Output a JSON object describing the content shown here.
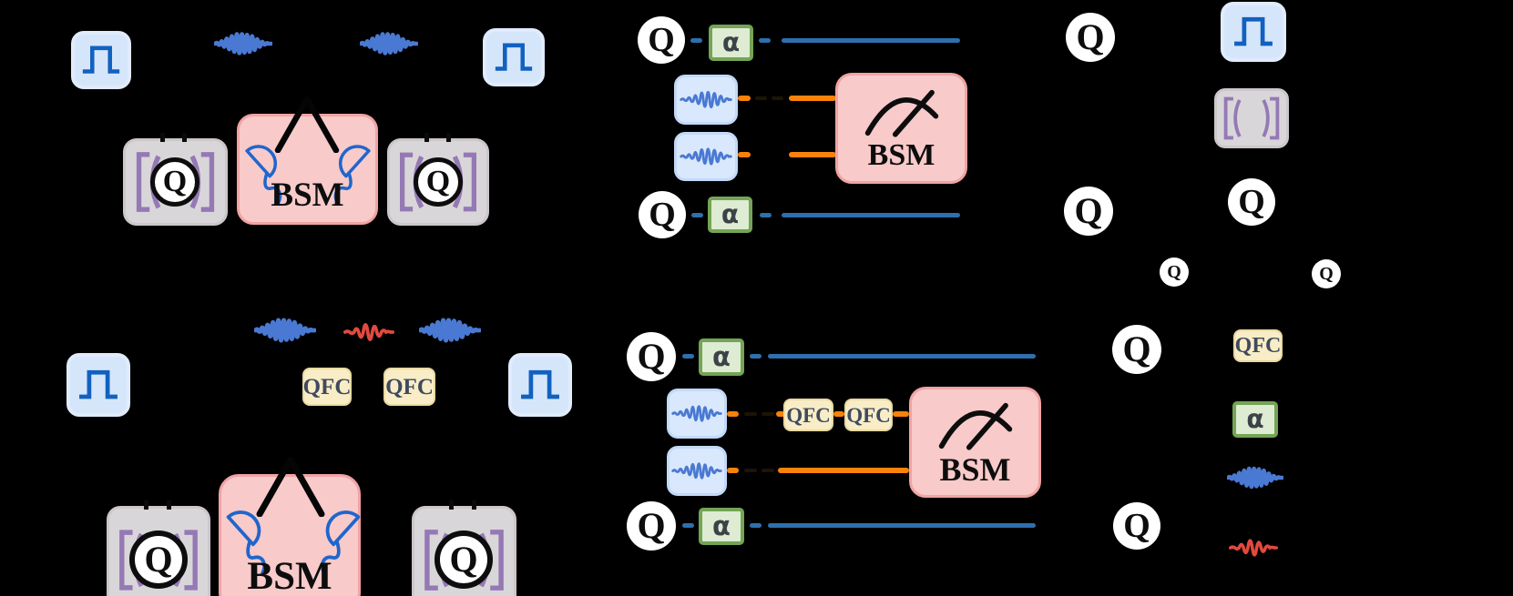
{
  "figure": {
    "description": "Quantum network entanglement schemes: cavity qubits, photonic wavepackets, quantum frequency conversion (QFC) and Bell-state measurement (BSM)",
    "background": "#000000",
    "labels": {
      "q": "Q",
      "bsm": "BSM",
      "qfc": "QFC",
      "alpha": "α"
    },
    "icons": {
      "pulse": "square-pulse",
      "wavepacket_blue": "photon-wavepacket-blue",
      "wavepacket_red": "photon-wavepacket-red",
      "cavity": "optical-cavity-mirrors",
      "detector": "photodetector",
      "meter": "measurement-gauge",
      "qubit": "qubit-circle"
    },
    "colors": {
      "fiber_blue": "#2e6fad",
      "fiber_orange": "#f8820a",
      "dashed_gap": "#1c1405",
      "pulse_glyph": "#1161c1",
      "pulse_box_fill": "#d6e6fa",
      "wave_blue": "#4a79d3",
      "wave_red": "#e2493f",
      "wave_box_fill": "#d9e8fc",
      "cavity_fill": "#d9d6d9",
      "mirror_purple": "#9579b5",
      "bsm_fill": "#f8caca",
      "bsm_border": "#f1a3a3",
      "qfc_fill": "#f8edc6",
      "qfc_border": "#e9d9a2",
      "qfc_text": "#3f4a5e",
      "alpha_fill": "#ddecd2",
      "alpha_border": "#74a455",
      "detector_blue": "#1f66cc",
      "text_black": "#0d0d0d"
    }
  }
}
